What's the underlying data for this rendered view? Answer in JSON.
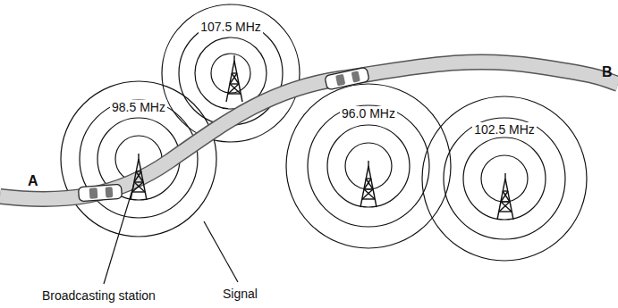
{
  "diagram": {
    "nodes": [
      {
        "text": [
          "98.5 MHz"
        ]
      },
      {
        "text": [
          "107.5 MHz"
        ]
      },
      {
        "text": [
          "96.0 MHz"
        ]
      },
      {
        "text": [
          "102.5 MHz"
        ]
      }
    ],
    "labels": [
      "A",
      "B",
      "Broadcasting station",
      "Signal"
    ]
  }
}
